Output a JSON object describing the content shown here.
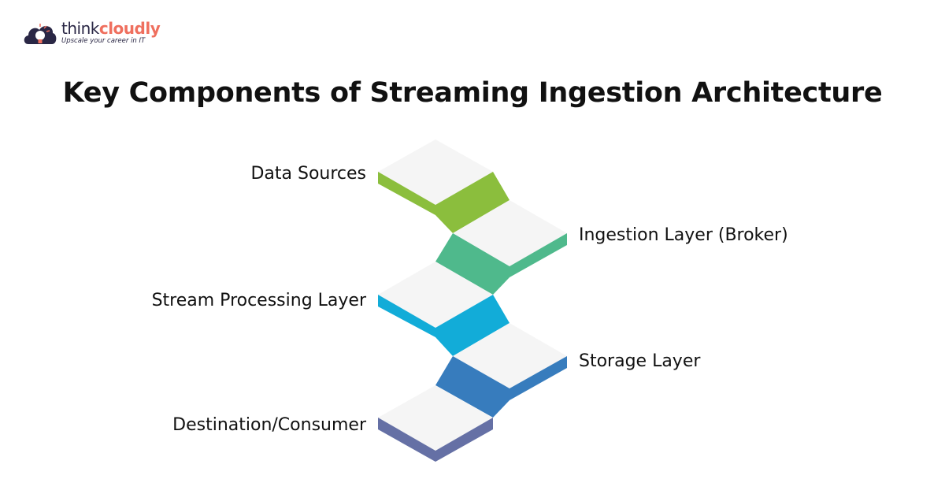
{
  "logo": {
    "word_a": "think",
    "word_b": "cloudly",
    "tagline": "Upscale your career in IT"
  },
  "title": "Key Components of Streaming Ingestion Architecture",
  "layers": [
    {
      "label": "Data Sources",
      "color": "#8BBE3D"
    },
    {
      "label": "Ingestion Layer (Broker)",
      "color": "#4FB98C"
    },
    {
      "label": "Stream Processing Layer",
      "color": "#12ACD8"
    },
    {
      "label": "Storage Layer",
      "color": "#377CBD"
    },
    {
      "label": "Destination/Consumer",
      "color": "#6570A5"
    }
  ]
}
